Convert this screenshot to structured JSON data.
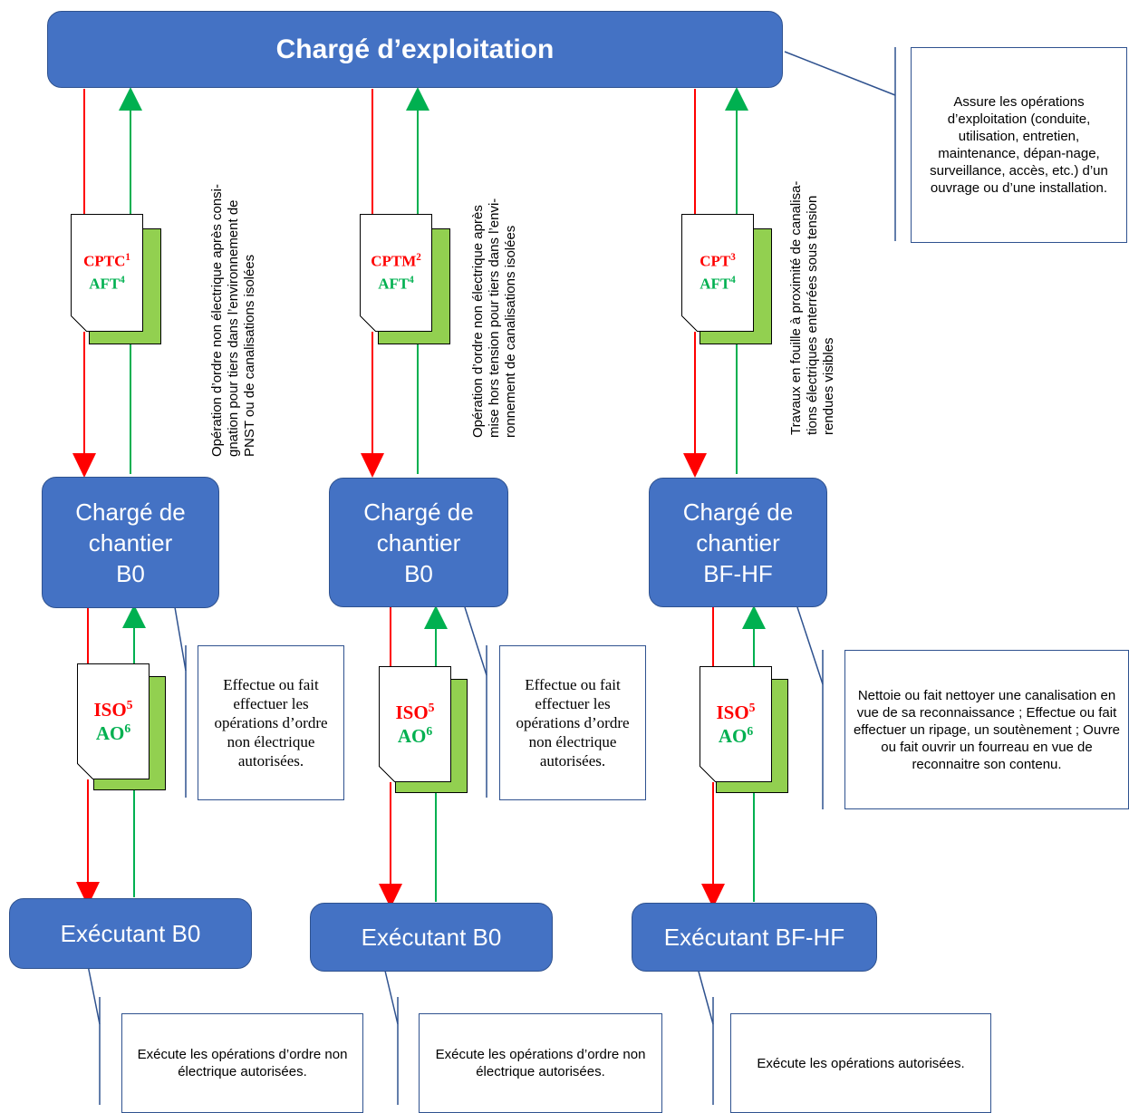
{
  "colors": {
    "node_fill": "#4472c4",
    "node_border": "#2f528f",
    "red_arrow": "#ff0000",
    "green_arrow": "#00b050",
    "doc_back": "#92d050"
  },
  "top_node": {
    "label": "Chargé d’exploitation"
  },
  "top_callout": {
    "text": "Assure les opérations d’exploitation (conduite, utilisation, entretien, maintenance, dépan-nage, surveillance, accès, etc.) d’un ouvrage ou d’une installation."
  },
  "columns": [
    {
      "vertical_text": [
        "Opération d’ordre non électrique après consi-",
        "gnation pour tiers dans l’environnement de",
        "PNST ou de canalisations isolées"
      ],
      "doc1": {
        "code": "CPTC",
        "code_sup": "1",
        "auth": "AFT",
        "auth_sup": "4"
      },
      "chef_label": "Chargé de\nchantier\nB0",
      "chef_callout": "Effectue ou fait effectuer les opérations d’ordre non électrique autorisées.",
      "doc2": {
        "code": "ISO",
        "code_sup": "5",
        "auth": "AO",
        "auth_sup": "6"
      },
      "exec_label": "Exécutant B0",
      "exec_callout": "Exécute les opérations d’ordre non électrique autorisées."
    },
    {
      "vertical_text": [
        "Opération d’ordre non électrique après",
        "mise hors tension pour tiers dans l’envi-",
        "ronnement de canalisations isolées"
      ],
      "doc1": {
        "code": "CPTM",
        "code_sup": "2",
        "auth": "AFT",
        "auth_sup": "4"
      },
      "chef_label": "Chargé de\nchantier\nB0",
      "chef_callout": "Effectue ou fait effectuer les opérations d’ordre non électrique autorisées.",
      "doc2": {
        "code": "ISO",
        "code_sup": "5",
        "auth": "AO",
        "auth_sup": "6"
      },
      "exec_label": "Exécutant B0",
      "exec_callout": "Exécute les opérations d’ordre non électrique autorisées."
    },
    {
      "vertical_text": [
        "Travaux en fouille à proximité de canalisa-",
        "tions électriques enterrées sous tension",
        "rendues visibles"
      ],
      "doc1": {
        "code": "CPT",
        "code_sup": "3",
        "auth": "AFT",
        "auth_sup": "4"
      },
      "chef_label": "Chargé de\nchantier\nBF-HF",
      "chef_callout": "Nettoie ou fait nettoyer une canalisation en vue de sa reconnaissance ; Effectue ou fait effectuer un ripage, un soutènement ; Ouvre ou fait ouvrir un fourreau en vue de reconnaitre son contenu.",
      "doc2": {
        "code": "ISO",
        "code_sup": "5",
        "auth": "AO",
        "auth_sup": "6"
      },
      "exec_label": "Exécutant BF-HF",
      "exec_callout": "Exécute les opérations autorisées."
    }
  ]
}
